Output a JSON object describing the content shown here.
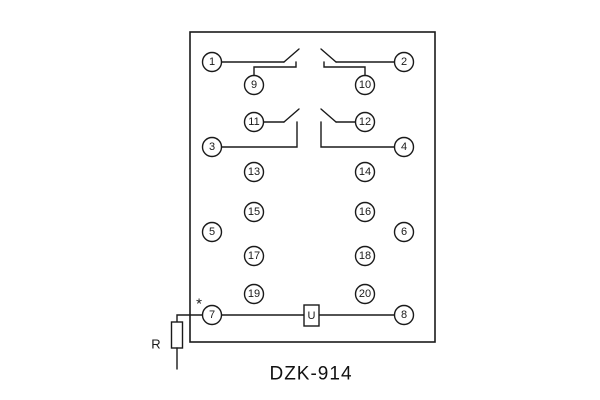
{
  "title": "DZK-914",
  "labels": {
    "resistor": "R",
    "component_u": "U",
    "polarity_mark": "*"
  },
  "terminals": {
    "t1": "1",
    "t2": "2",
    "t3": "3",
    "t4": "4",
    "t5": "5",
    "t6": "6",
    "t7": "7",
    "t8": "8",
    "t9": "9",
    "t10": "10",
    "t11": "11",
    "t12": "12",
    "t13": "13",
    "t14": "14",
    "t15": "15",
    "t16": "16",
    "t17": "17",
    "t18": "18",
    "t19": "19",
    "t20": "20"
  }
}
